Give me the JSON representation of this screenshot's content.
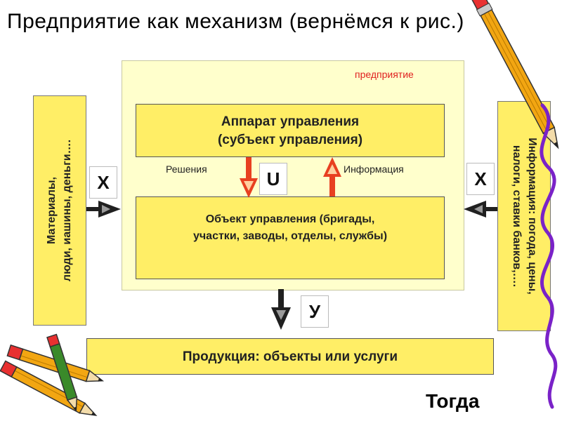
{
  "title": "Предприятие как механизм (вернёмся к рис.)",
  "enterprise_label": "предприятие",
  "apparat": {
    "line1": "Аппарат управления",
    "line2": "(субъект управления)"
  },
  "object": {
    "line1": "Объект управления (бригады,",
    "line2": "участки, заводы, отделы, службы)"
  },
  "decisions_label": "Решения",
  "information_label": "Информация",
  "u_letter": "U",
  "left_x_letter": "X",
  "right_x_letter": "X",
  "y_letter": "У",
  "left_input": {
    "line1": "Материалы,",
    "line2": "люди, иашины, деньги…."
  },
  "right_input": {
    "line1": "Информация: погода, цены,",
    "line2": "налоги, ставки банков,…."
  },
  "product": "Продукция: объекты или услуги",
  "footer": "Тогда",
  "colors": {
    "box_fill": "#ffee66",
    "enterprise_fill": "#ffffcc",
    "arrow_red": "#e84020",
    "arrow_dark": "#202020",
    "accent_text": "#e02020"
  }
}
